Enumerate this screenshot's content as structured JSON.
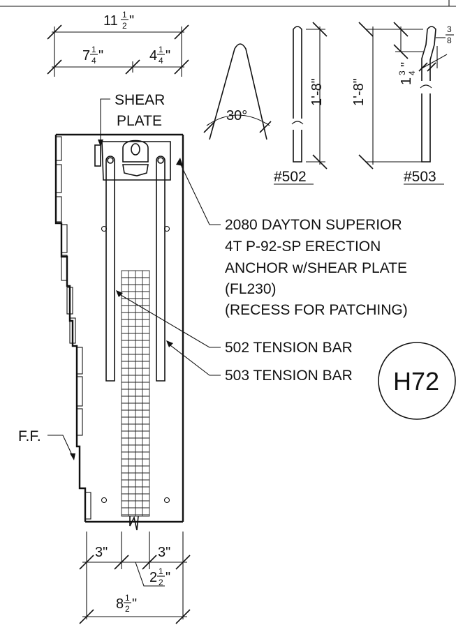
{
  "dimensions": {
    "overall_top": {
      "whole": "11",
      "num": "1",
      "den": "2",
      "unit": "\""
    },
    "top_left": {
      "whole": "7",
      "num": "1",
      "den": "4",
      "unit": "\""
    },
    "top_right": {
      "whole": "4",
      "num": "1",
      "den": "4",
      "unit": "\""
    },
    "bottom_left": "3\"",
    "bottom_right": "3\"",
    "bottom_mid": {
      "whole": "2",
      "num": "1",
      "den": "2",
      "unit": "\""
    },
    "bottom_overall": {
      "whole": "8",
      "num": "1",
      "den": "2",
      "unit": "\""
    },
    "bend_angle": "30°",
    "bar_502_length": "1'-8\"",
    "bar_503_length": "1'-8\"",
    "bar_503_hook": {
      "whole": "1",
      "num": "3",
      "den": "4",
      "unit": "\""
    },
    "bar_503_offset": {
      "num": "3",
      "den": "8"
    }
  },
  "labels": {
    "shear_plate_line1": "SHEAR",
    "shear_plate_line2": "PLATE",
    "ff": "F.F.",
    "bar_502": "#502",
    "bar_503": "#503",
    "anchor_note": [
      "2080 DAYTON SUPERIOR",
      "4T P-92-SP ERECTION",
      "ANCHOR  w/SHEAR PLATE",
      "(FL230)",
      "(RECESS FOR PATCHING)"
    ],
    "tension_502": "502 TENSION BAR",
    "tension_503": "503 TENSION BAR",
    "detail_tag": "H72"
  }
}
